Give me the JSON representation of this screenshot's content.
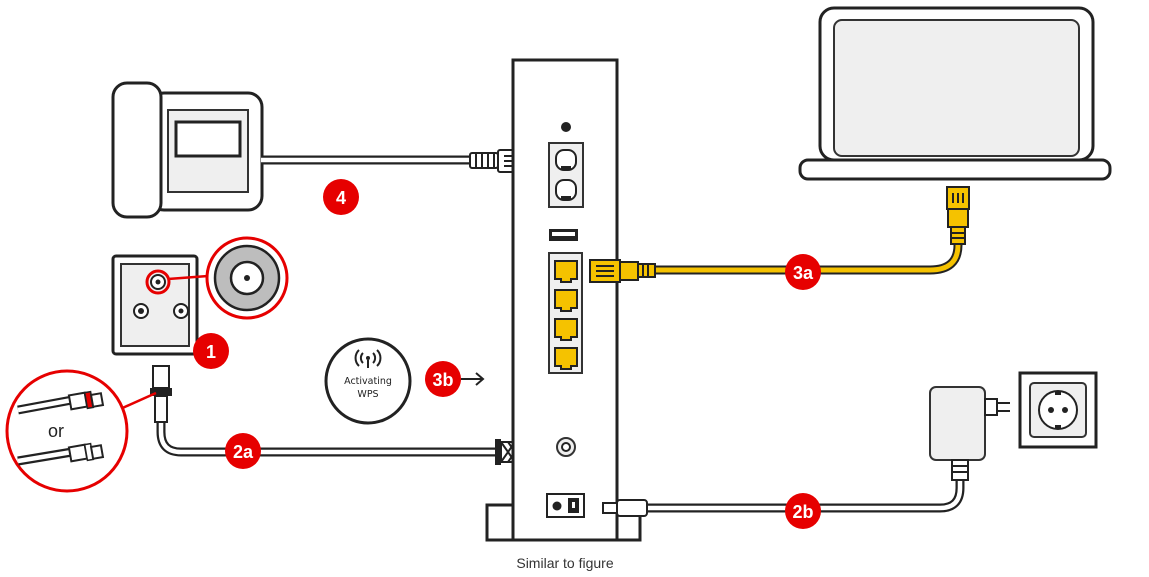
{
  "badges": {
    "phone": "4",
    "coax_socket": "1",
    "coax_cable": "2a",
    "lan_cable": "3a",
    "wps": "3b",
    "power": "2b"
  },
  "wps": {
    "line1": "Activating",
    "line2": "WPS"
  },
  "coax_zoom": {
    "or_label": "or"
  },
  "caption": "Similar to figure",
  "colors": {
    "accent": "#e60000",
    "lan": "#f5c200",
    "outline": "#222222"
  },
  "icons": [
    "telephone-icon",
    "router-icon",
    "laptop-icon",
    "coax-wall-socket-icon",
    "power-adapter-icon",
    "wall-outlet-icon",
    "wifi-icon",
    "arrow-right-icon"
  ]
}
